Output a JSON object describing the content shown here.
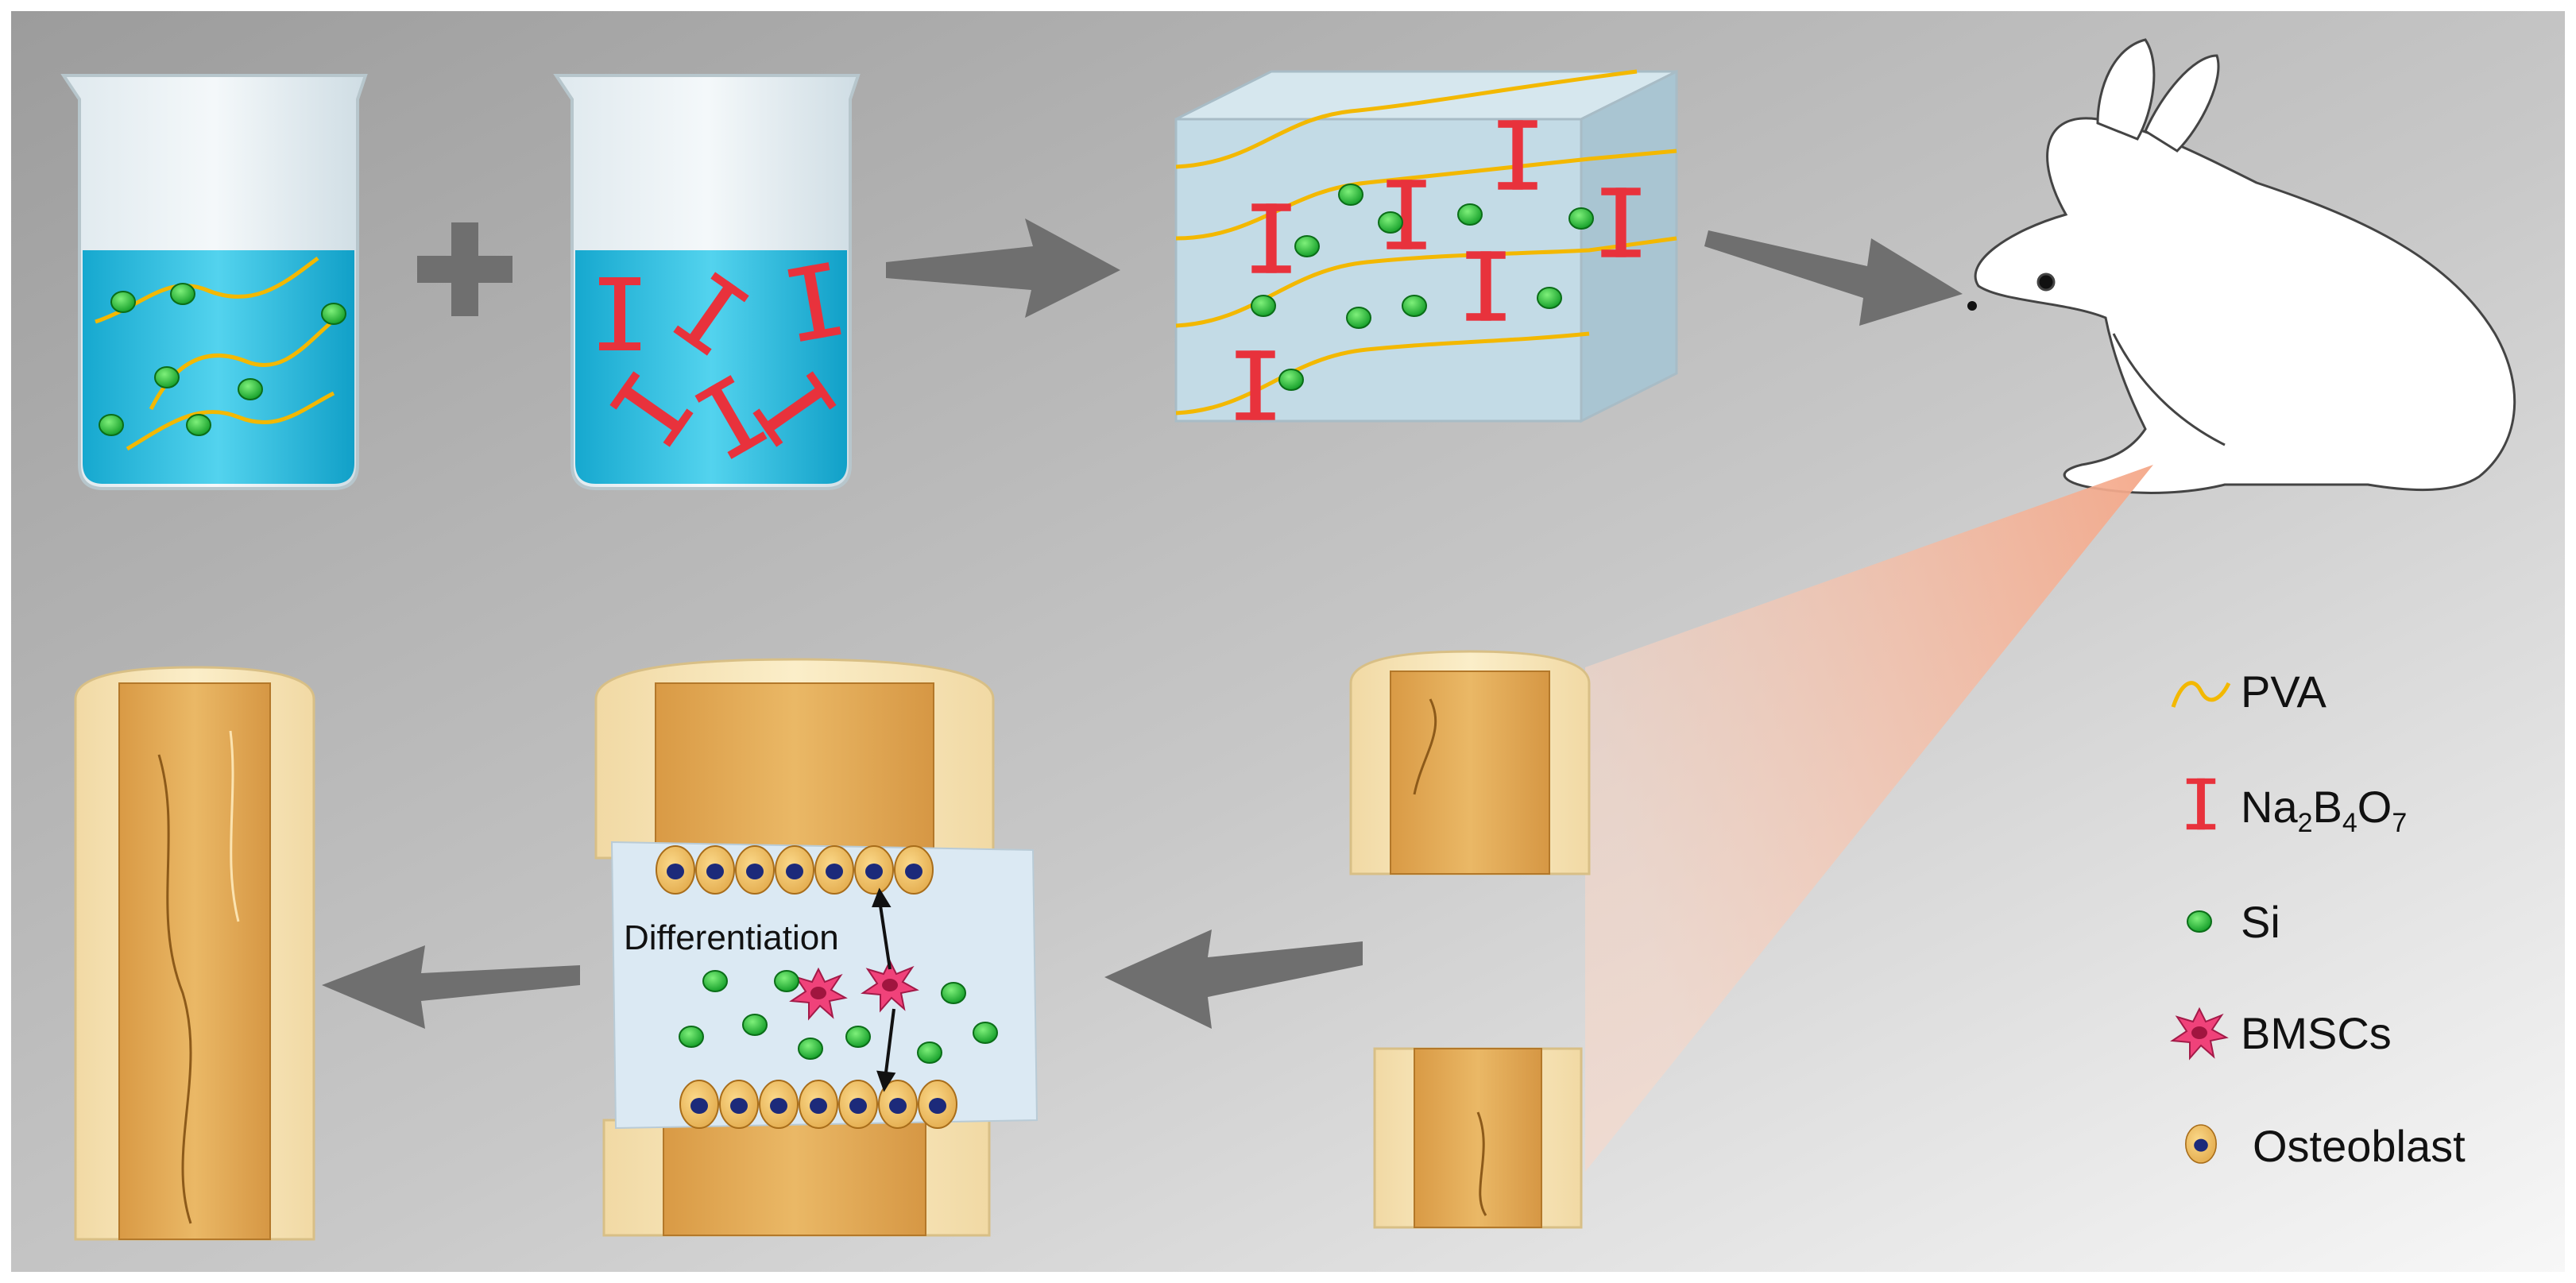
{
  "diagram": {
    "annotation_label": "Differentiation",
    "legend": {
      "items": [
        {
          "key": "pva",
          "label": "PVA",
          "icon": "yellow-wavy-line-icon"
        },
        {
          "key": "borax",
          "label_parts": [
            "Na",
            "2",
            "B",
            "4",
            "O",
            "7"
          ],
          "icon": "red-i-beam-icon"
        },
        {
          "key": "si",
          "label": "Si",
          "icon": "green-oval-icon"
        },
        {
          "key": "bmsc",
          "label": "BMSCs",
          "icon": "pink-cell-icon"
        },
        {
          "key": "osteoblast",
          "label": "Osteoblast",
          "icon": "osteoblast-cell-icon"
        }
      ]
    },
    "colors": {
      "solution": "#3ec6e4",
      "pva": "#f3b800",
      "crosslinker": "#e8323c",
      "silicon": "#1fae2f",
      "bone": "#f6e3b4",
      "marrow": "#e2aa55",
      "arrow": "#6f6f6f",
      "zoom_cone": "#f7b89a"
    }
  }
}
